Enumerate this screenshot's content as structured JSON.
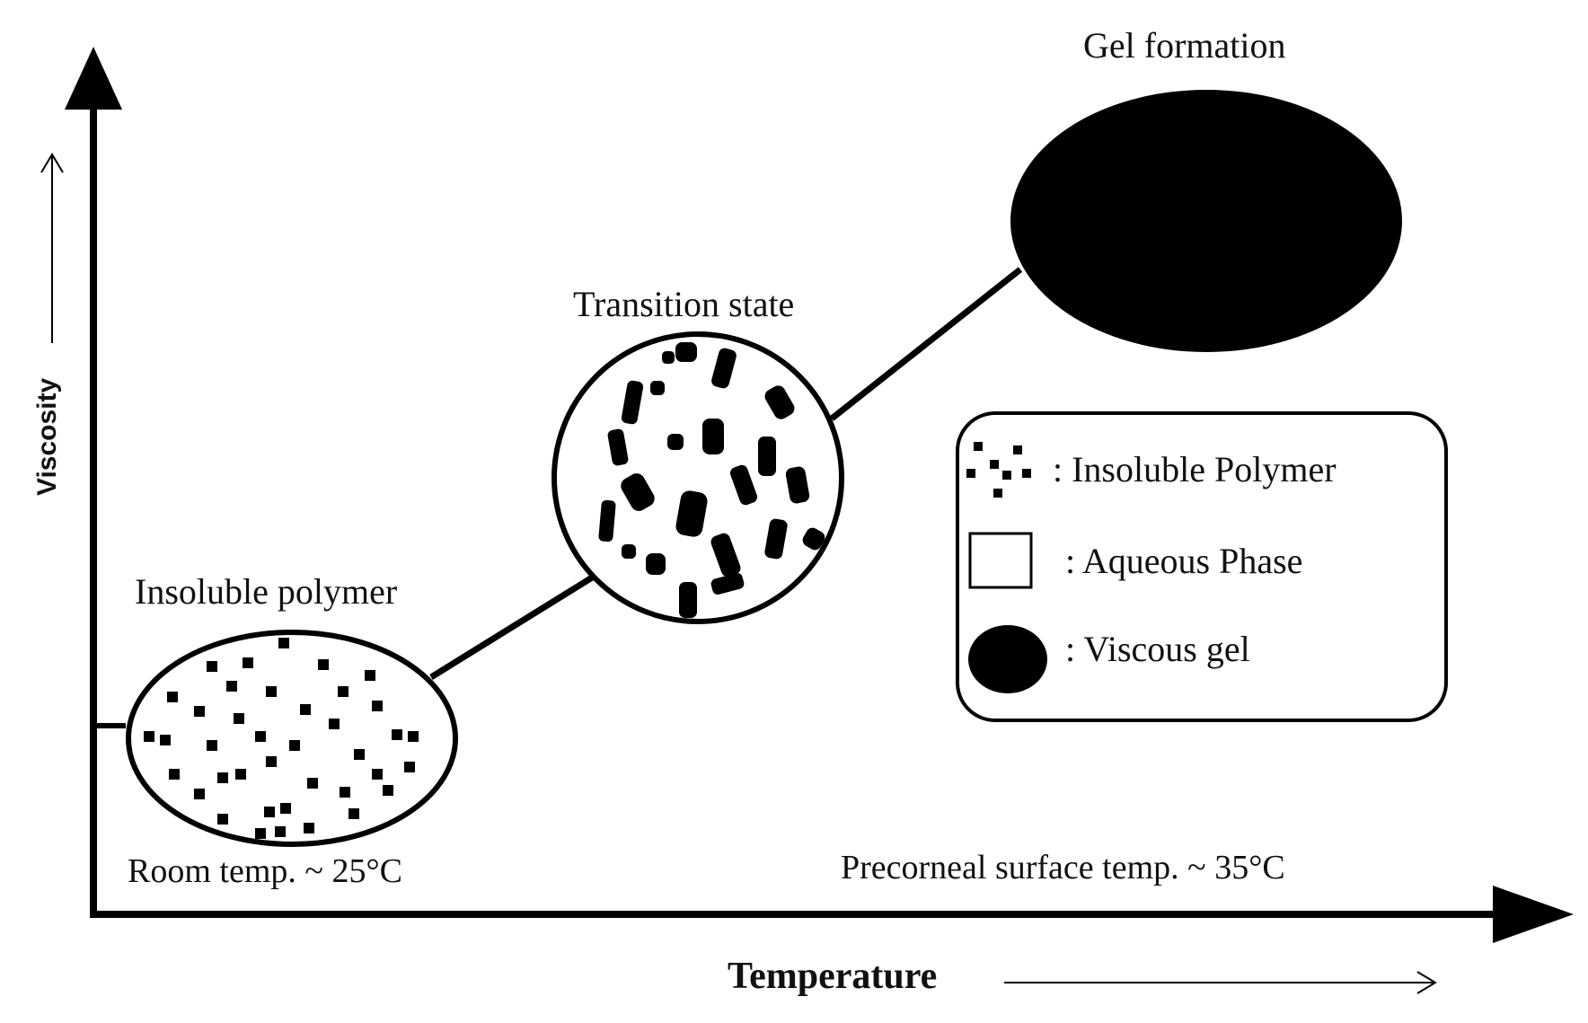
{
  "labels": {
    "gel_formation": "Gel formation",
    "transition_state": "Transition state",
    "insoluble_polymer": "Insoluble polymer",
    "room_temp": "Room temp. ~ 25°C",
    "precorneal_temp": "Precorneal surface temp. ~ 35°C"
  },
  "axes": {
    "x_label": "Temperature",
    "y_label": "Viscosity"
  },
  "legend": {
    "items": [
      {
        "label": ": Insoluble Polymer",
        "icon": "dots-icon"
      },
      {
        "label": ": Aqueous Phase",
        "icon": "square-icon"
      },
      {
        "label": ": Viscous gel",
        "icon": "filled-circle-icon"
      }
    ]
  },
  "colors": {
    "ink": "#000000",
    "background": "#ffffff"
  }
}
